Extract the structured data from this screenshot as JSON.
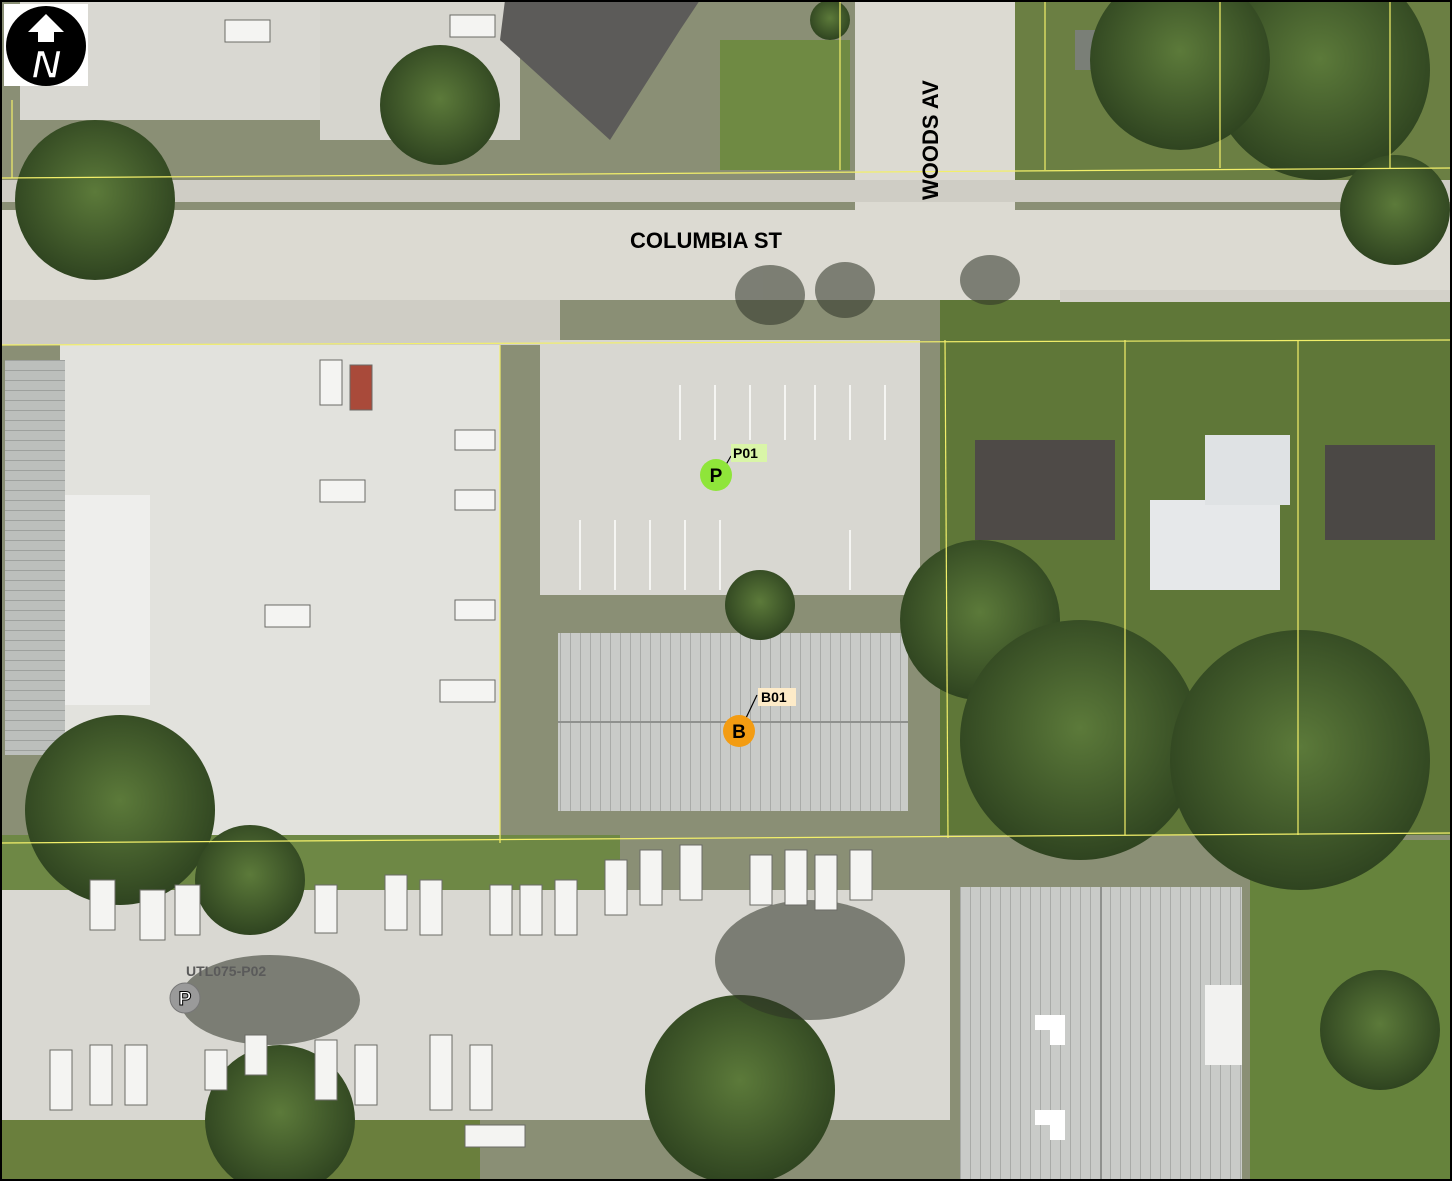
{
  "streets": {
    "columbia": "COLUMBIA ST",
    "woods": "WOODS AV"
  },
  "markers": [
    {
      "letter": "P",
      "label": "P01",
      "color": "#8fe53a",
      "label_bg": "#d9f5a8"
    },
    {
      "letter": "B",
      "label": "B01",
      "color": "#f39c12",
      "label_bg": "#fdebc8"
    },
    {
      "letter": "P",
      "label": "UTL075-P02",
      "color": "#9a9a9a",
      "label_bg": "none"
    }
  ],
  "north_arrow": {
    "letter": "N",
    "icon": "north-arrow-icon"
  },
  "colors": {
    "parcel_lines": "#f2ef6a",
    "road": "#d9d7cf",
    "grass": "#6f8a3f",
    "tree": "#3f5a2a",
    "frame": "#000000"
  }
}
